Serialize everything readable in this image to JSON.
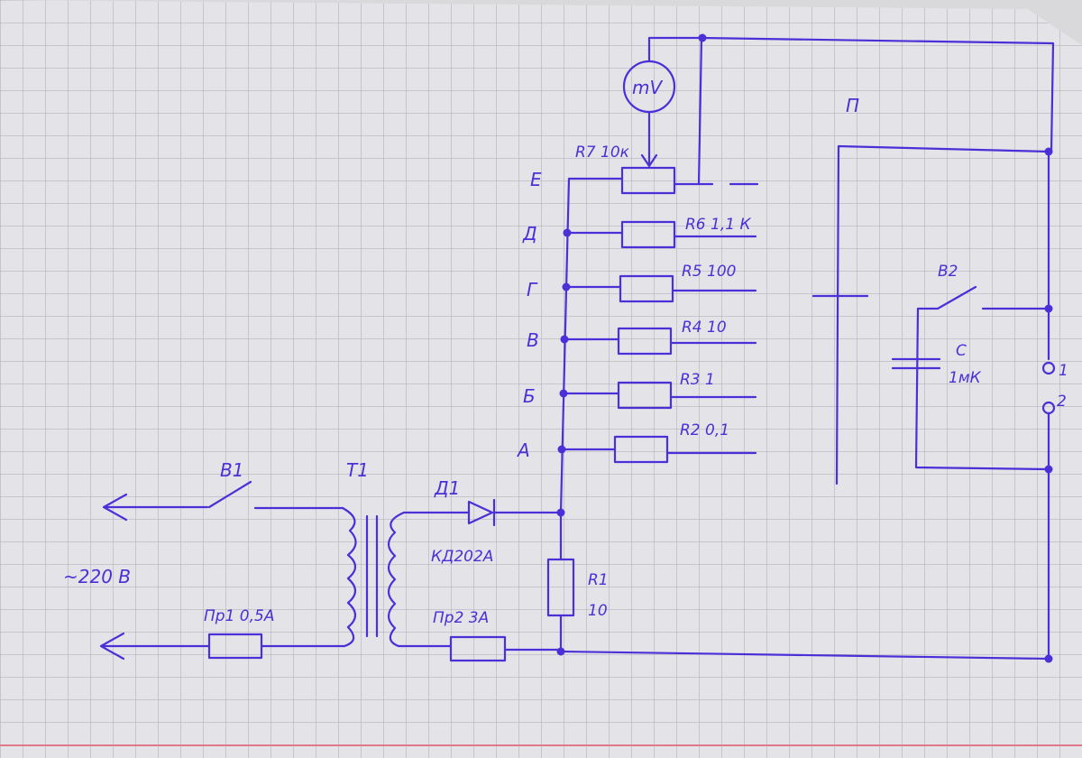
{
  "colors": {
    "ink": "#4a30d6",
    "paper": "#e4e4e8",
    "grid": "#a9aab4",
    "margin_line": "#e07a8a"
  },
  "labels": {
    "b1": "В1",
    "t1": "Т1",
    "d1": "Д1",
    "d1_type": "КД202А",
    "voltage": "~220 В",
    "pr1": "Пр1  0,5А",
    "pr2": "Пр2   3А",
    "r1": "R1",
    "r1_value": "10",
    "r2": "R2  0,1",
    "r3": "R3   1",
    "r4": "R4  10",
    "r5": "R5  100",
    "r6": "R6  1,1 К",
    "r7": "R7  10к",
    "meter": "mV",
    "switch_p": "П",
    "b2": "В2",
    "c": "С",
    "c_value": "1мК",
    "terminal_1": "1",
    "terminal_2": "2",
    "tap_e": "Е",
    "tap_d": "Д",
    "tap_g": "Г",
    "tap_v": "В",
    "tap_b": "Б",
    "tap_a": "А"
  }
}
